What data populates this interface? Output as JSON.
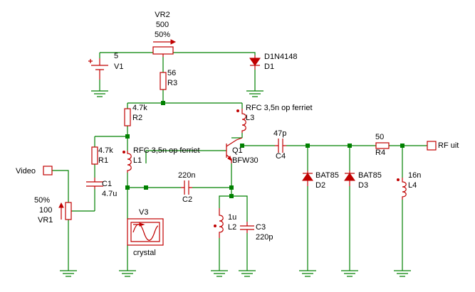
{
  "vr2": {
    "name": "VR2",
    "value": "500",
    "setting": "50%"
  },
  "v1": {
    "name": "V1",
    "value": "5"
  },
  "d1": {
    "name": "D1",
    "part": "D1N4148"
  },
  "r3": {
    "name": "R3",
    "value": "56"
  },
  "r2": {
    "name": "R2",
    "value": "4.7k"
  },
  "r1": {
    "name": "R1",
    "value": "4.7k"
  },
  "c1": {
    "name": "C1",
    "value": "4.7u"
  },
  "vr1": {
    "name": "VR1",
    "value": "100",
    "setting": "50%"
  },
  "video": {
    "label": "Video"
  },
  "l1": {
    "name": "L1",
    "value": "RFC 3,5n op ferriet"
  },
  "l3": {
    "name": "L3",
    "value": "RFC 3,5n op ferriet"
  },
  "q1": {
    "name": "Q1",
    "part": "BFW30"
  },
  "c2": {
    "name": "C2",
    "value": "220n"
  },
  "v3": {
    "name": "V3",
    "part": "crystal"
  },
  "l2": {
    "name": "L2",
    "value": "1u"
  },
  "c3": {
    "name": "C3",
    "value": "220p"
  },
  "c4": {
    "name": "C4",
    "value": "47p"
  },
  "d2": {
    "name": "D2",
    "part": "BAT85"
  },
  "d3": {
    "name": "D3",
    "part": "BAT85"
  },
  "r4": {
    "name": "R4",
    "value": "50"
  },
  "l4": {
    "name": "L4",
    "value": "16n"
  },
  "rf": {
    "label": "RF uit"
  },
  "colors": {
    "wire": "#008000",
    "component": "#c00000",
    "text": "#000000",
    "background": "#ffffff"
  }
}
